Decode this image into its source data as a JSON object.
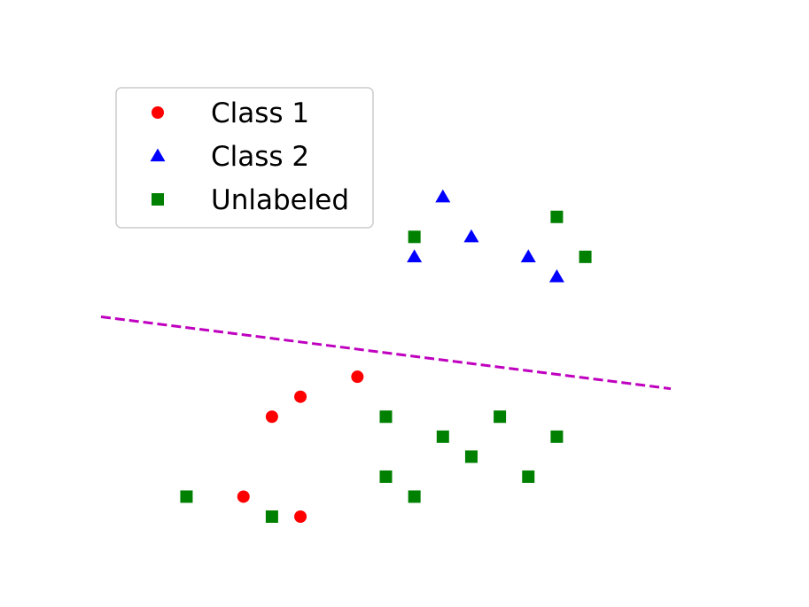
{
  "chart_data": {
    "type": "scatter",
    "title": "",
    "xlabel": "",
    "ylabel": "",
    "xlim": [
      0,
      20
    ],
    "ylim": [
      0,
      20
    ],
    "axes_visible": false,
    "grid": false,
    "legend_placement": "upper-left",
    "series": [
      {
        "name": "Class 1",
        "marker": "circle",
        "color": "#ff0000",
        "points": [
          [
            9,
            7
          ],
          [
            7,
            6
          ],
          [
            6,
            5
          ],
          [
            5,
            1
          ],
          [
            7,
            0
          ]
        ]
      },
      {
        "name": "Class 2",
        "marker": "triangle",
        "color": "#0000ff",
        "points": [
          [
            12,
            16
          ],
          [
            13,
            14
          ],
          [
            11,
            13
          ],
          [
            15,
            13
          ],
          [
            16,
            12
          ]
        ]
      },
      {
        "name": "Unlabeled",
        "marker": "square",
        "color": "#008000",
        "points": [
          [
            10,
            5
          ],
          [
            12,
            4
          ],
          [
            13,
            3
          ],
          [
            14,
            5
          ],
          [
            16,
            4
          ],
          [
            15,
            2
          ],
          [
            10,
            2
          ],
          [
            11,
            1
          ],
          [
            6,
            0
          ],
          [
            3,
            1
          ],
          [
            11,
            14
          ],
          [
            16,
            15
          ],
          [
            17,
            13
          ]
        ]
      }
    ],
    "boundary_line": {
      "style": "dashed",
      "color": "#bf00bf",
      "from": [
        0,
        10
      ],
      "to": [
        20,
        6.4
      ]
    }
  }
}
